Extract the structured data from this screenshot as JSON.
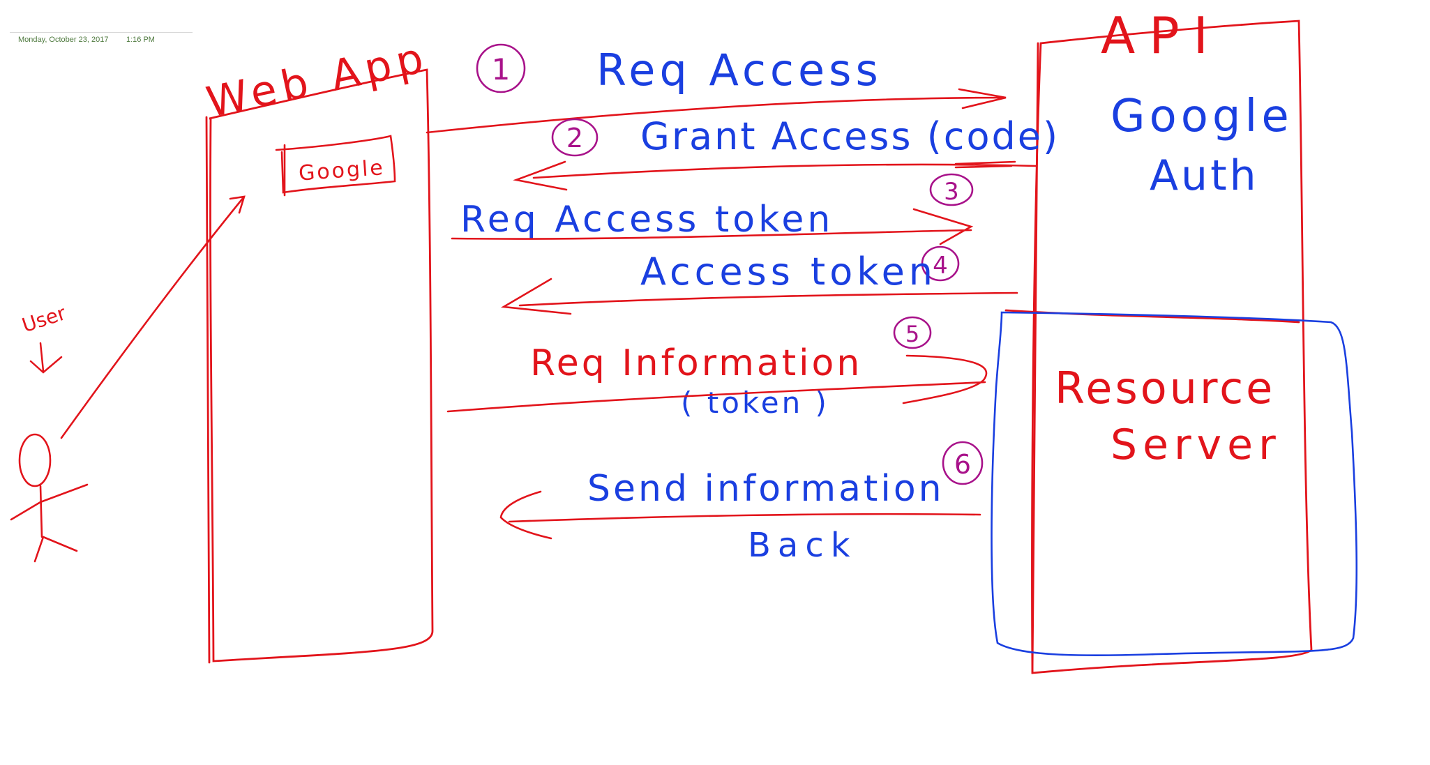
{
  "note_header": {
    "date": "Monday, October 23, 2017",
    "time": "1:16 PM"
  },
  "colors": {
    "red_ink": "#e2141b",
    "blue_ink": "#1a3fe0",
    "purple_ink": "#a8128a"
  },
  "actors": {
    "user_label": "User"
  },
  "boxes": {
    "web_app": {
      "title": "Web App",
      "button": "Google"
    },
    "api": {
      "title": "API"
    },
    "google_auth": {
      "line1": "Google",
      "line2": "Auth"
    },
    "resource_server": {
      "line1": "Resource",
      "line2": "Server"
    }
  },
  "steps": [
    {
      "number": "1",
      "label": "Req Access",
      "sublabel": ""
    },
    {
      "number": "2",
      "label": "Grant Access (code)",
      "sublabel": ""
    },
    {
      "number": "3",
      "label": "Req Access token",
      "sublabel": ""
    },
    {
      "number": "4",
      "label": "Access token",
      "sublabel": ""
    },
    {
      "number": "5",
      "label": "Req Information",
      "sublabel": "( token )"
    },
    {
      "number": "6",
      "label": "Send information",
      "sublabel": "Back"
    }
  ]
}
